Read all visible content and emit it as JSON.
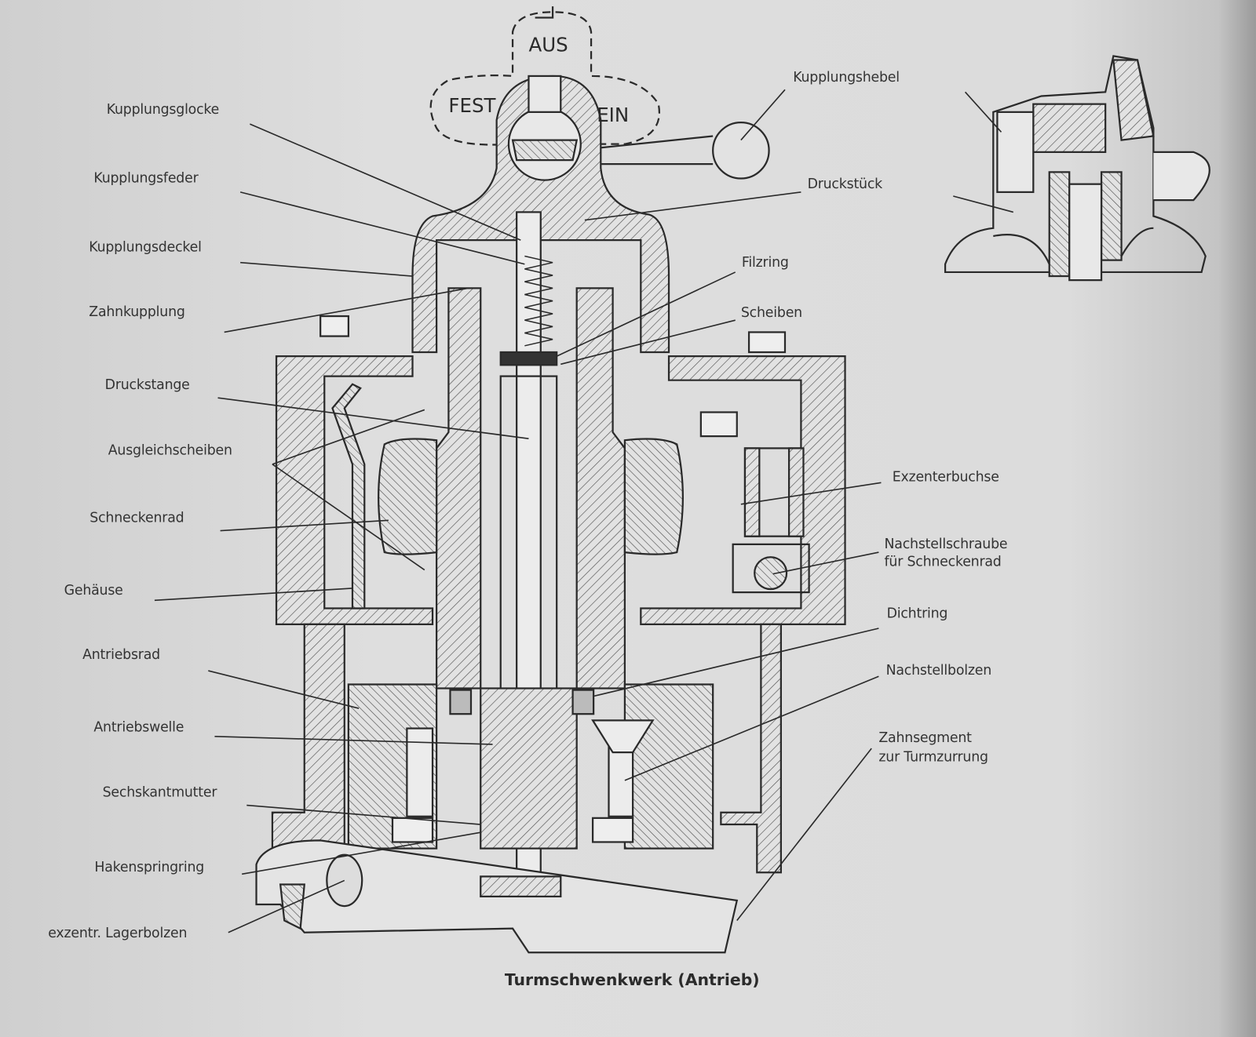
{
  "caption": "Turmschwenkwerk (Antrieb)",
  "handle_positions": {
    "aus": "AUS",
    "fest": "FEST",
    "ein": "EIN"
  },
  "labels_left": [
    "Kupplungsglocke",
    "Kupplungsfeder",
    "Kupplungsdeckel",
    "Zahnkupplung",
    "Druckstange",
    "Ausgleichscheiben",
    "Schneckenrad",
    "Gehäuse",
    "Antriebsrad",
    "Antriebswelle",
    "Sechskantmutter",
    "Hakenspringring",
    "exzentr. Lagerbolzen"
  ],
  "labels_right": [
    "Kupplungshebel",
    "Druckstück",
    "Filzring",
    "Scheiben",
    "Exzenterbuchse",
    "Nachstellschraube",
    "für Schneckenrad",
    "Dichtring",
    "Nachstellbolzen",
    "Zahnsegment",
    "zur Turmzurrung"
  ]
}
